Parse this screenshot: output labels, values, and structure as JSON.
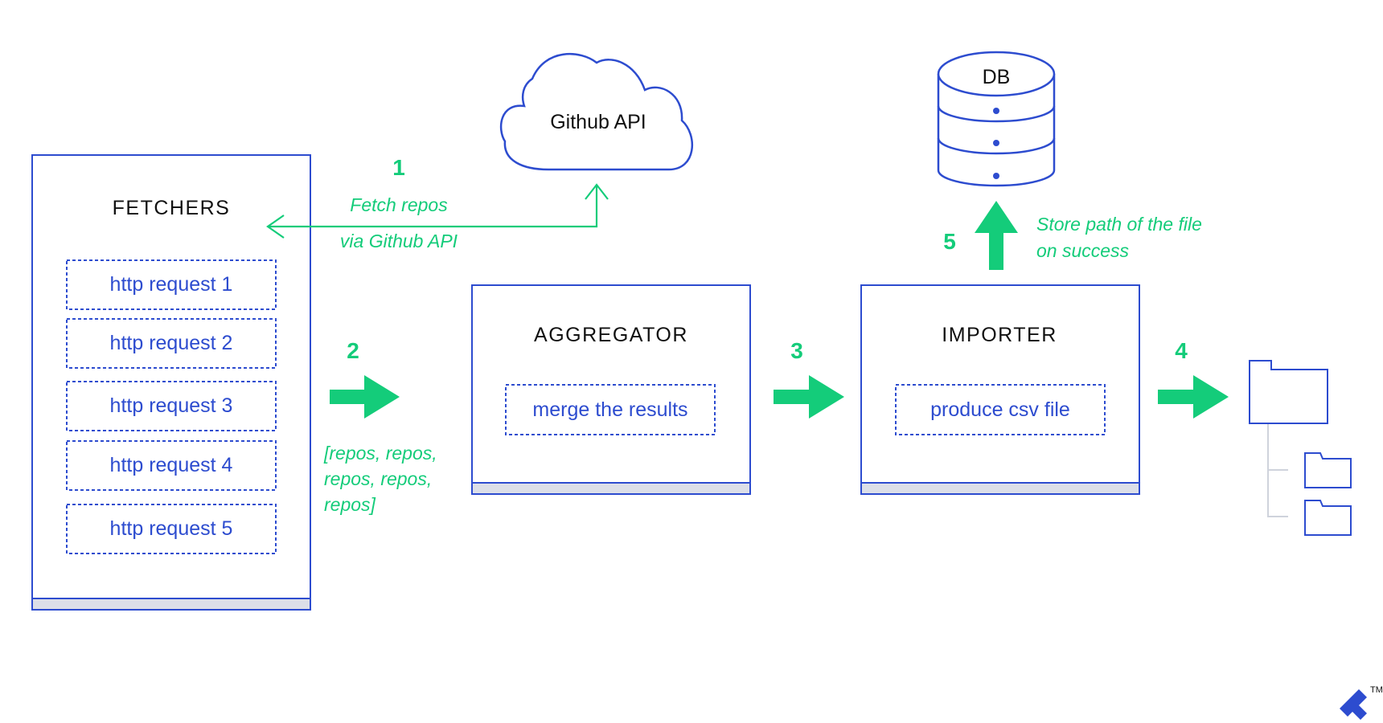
{
  "cloud": {
    "label": "Github API"
  },
  "database": {
    "label": "DB"
  },
  "fetchers": {
    "title": "FETCHERS",
    "requests": [
      "http request 1",
      "http request 2",
      "http request 3",
      "http request 4",
      "http request 5"
    ]
  },
  "aggregator": {
    "title": "AGGREGATOR",
    "task": "merge the results"
  },
  "importer": {
    "title": "IMPORTER",
    "task": "produce csv file"
  },
  "steps": {
    "s1": {
      "num": "1",
      "line1": "Fetch repos",
      "line2": "via Github API"
    },
    "s2": {
      "num": "2",
      "line1": "[repos, repos,",
      "line2": "repos, repos,",
      "line3": "repos]"
    },
    "s3": {
      "num": "3"
    },
    "s4": {
      "num": "4"
    },
    "s5": {
      "num": "5",
      "line1": "Store path of the file",
      "line2": "on success"
    }
  },
  "colors": {
    "blue": "#2d4ccf",
    "green": "#14cc7a",
    "grey": "#cfd3dc"
  },
  "logo": {
    "mark": "TM"
  }
}
